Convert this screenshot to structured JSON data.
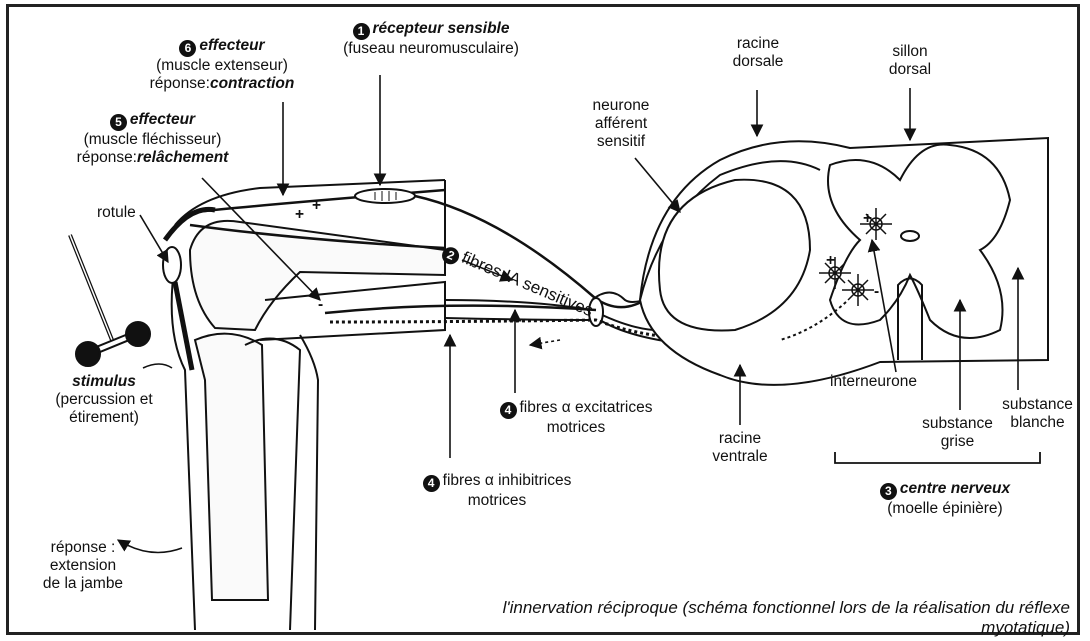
{
  "labels": {
    "recepteur_num": "1",
    "recepteur_title": "récepteur sensible",
    "recepteur_sub": "(fuseau neuromusculaire)",
    "effecteur6_num": "6",
    "effecteur6_title": "effecteur",
    "effecteur6_sub": "(muscle extenseur)",
    "effecteur6_rep_prefix": "réponse:",
    "effecteur6_rep": "contraction",
    "effecteur5_num": "5",
    "effecteur5_title": "effecteur",
    "effecteur5_sub": "(muscle fléchisseur)",
    "effecteur5_rep_prefix": "réponse:",
    "effecteur5_rep": "relâchement",
    "racine_dorsale": [
      "racine",
      "dorsale"
    ],
    "sillon_dorsal": [
      "sillon",
      "dorsal"
    ],
    "neurone_afferent": [
      "neurone",
      "afférent",
      "sensitif"
    ],
    "fibres_ia_num": "2",
    "fibres_ia": "fibres IA sensitives",
    "rotule": "rotule",
    "stimulus_title": "stimulus",
    "stimulus_sub": [
      "(percussion et",
      "étirement)"
    ],
    "fibres_exc_num": "4",
    "fibres_exc": [
      "fibres α excitatrices",
      "motrices"
    ],
    "fibres_inh_num": "4",
    "fibres_inh": [
      "fibres α inhibitrices",
      "motrices"
    ],
    "racine_ventrale": [
      "racine",
      "ventrale"
    ],
    "interneurone": "interneurone",
    "substance_grise": [
      "substance",
      "grise"
    ],
    "substance_blanche": [
      "substance",
      "blanche"
    ],
    "centre_num": "3",
    "centre_title": "centre nerveux",
    "centre_sub": "(moelle épinière)",
    "reponse": [
      "réponse :",
      "extension",
      "de la jambe"
    ],
    "signs": {
      "plus": "+",
      "minus": "-"
    }
  },
  "caption": "l'innervation réciproque (schéma fonctionnel lors de la réalisation du réflexe myotatique)"
}
